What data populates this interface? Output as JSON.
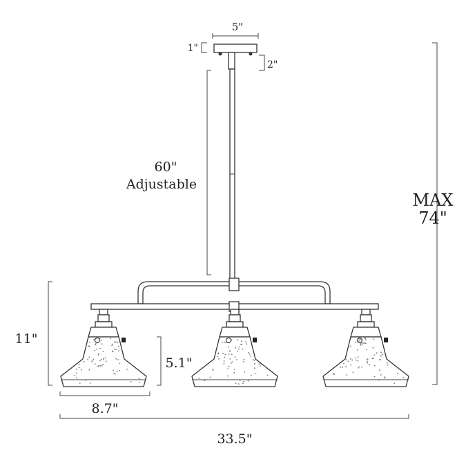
{
  "dimensions": {
    "canopy_width": "5\"",
    "canopy_height": "1\"",
    "stem_top": "2\"",
    "rod_length": "60\"",
    "rod_note": "Adjustable",
    "max_label": "MAX",
    "max_height": "74\"",
    "shade_fixture_height": "11\"",
    "shade_height": "5.1\"",
    "shade_width": "8.7\"",
    "total_width": "33.5\""
  }
}
